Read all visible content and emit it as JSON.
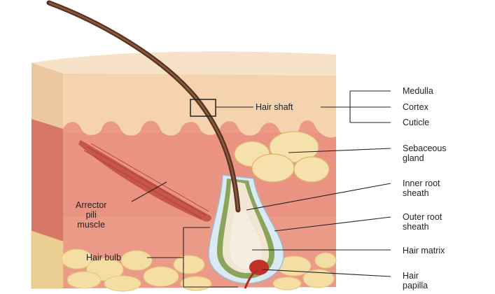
{
  "labels": {
    "hair_shaft": "Hair shaft",
    "medulla": "Medulla",
    "cortex": "Cortex",
    "cuticle": "Cuticle",
    "sebaceous_gland": "Sebaceous\ngland",
    "inner_root_sheath": "Inner root\nsheath",
    "outer_root_sheath": "Outer root\nsheath",
    "hair_matrix": "Hair matrix",
    "hair_papilla": "Hair\npapilla",
    "arrector_pili_muscle": "Arrector\npili\nmuscle",
    "hair_bulb": "Hair bulb"
  },
  "colors": {
    "epidermis": "#f4d9b6",
    "dermis": "#e88a7a",
    "fat": "#f4dca0",
    "muscle": "#c9564a",
    "hair": "#6b3a2a",
    "gland": "#f6e2b0",
    "outer_sheath": "#d9e8f0",
    "inner_sheath": "#7f9b52",
    "papilla": "#c0312b"
  }
}
